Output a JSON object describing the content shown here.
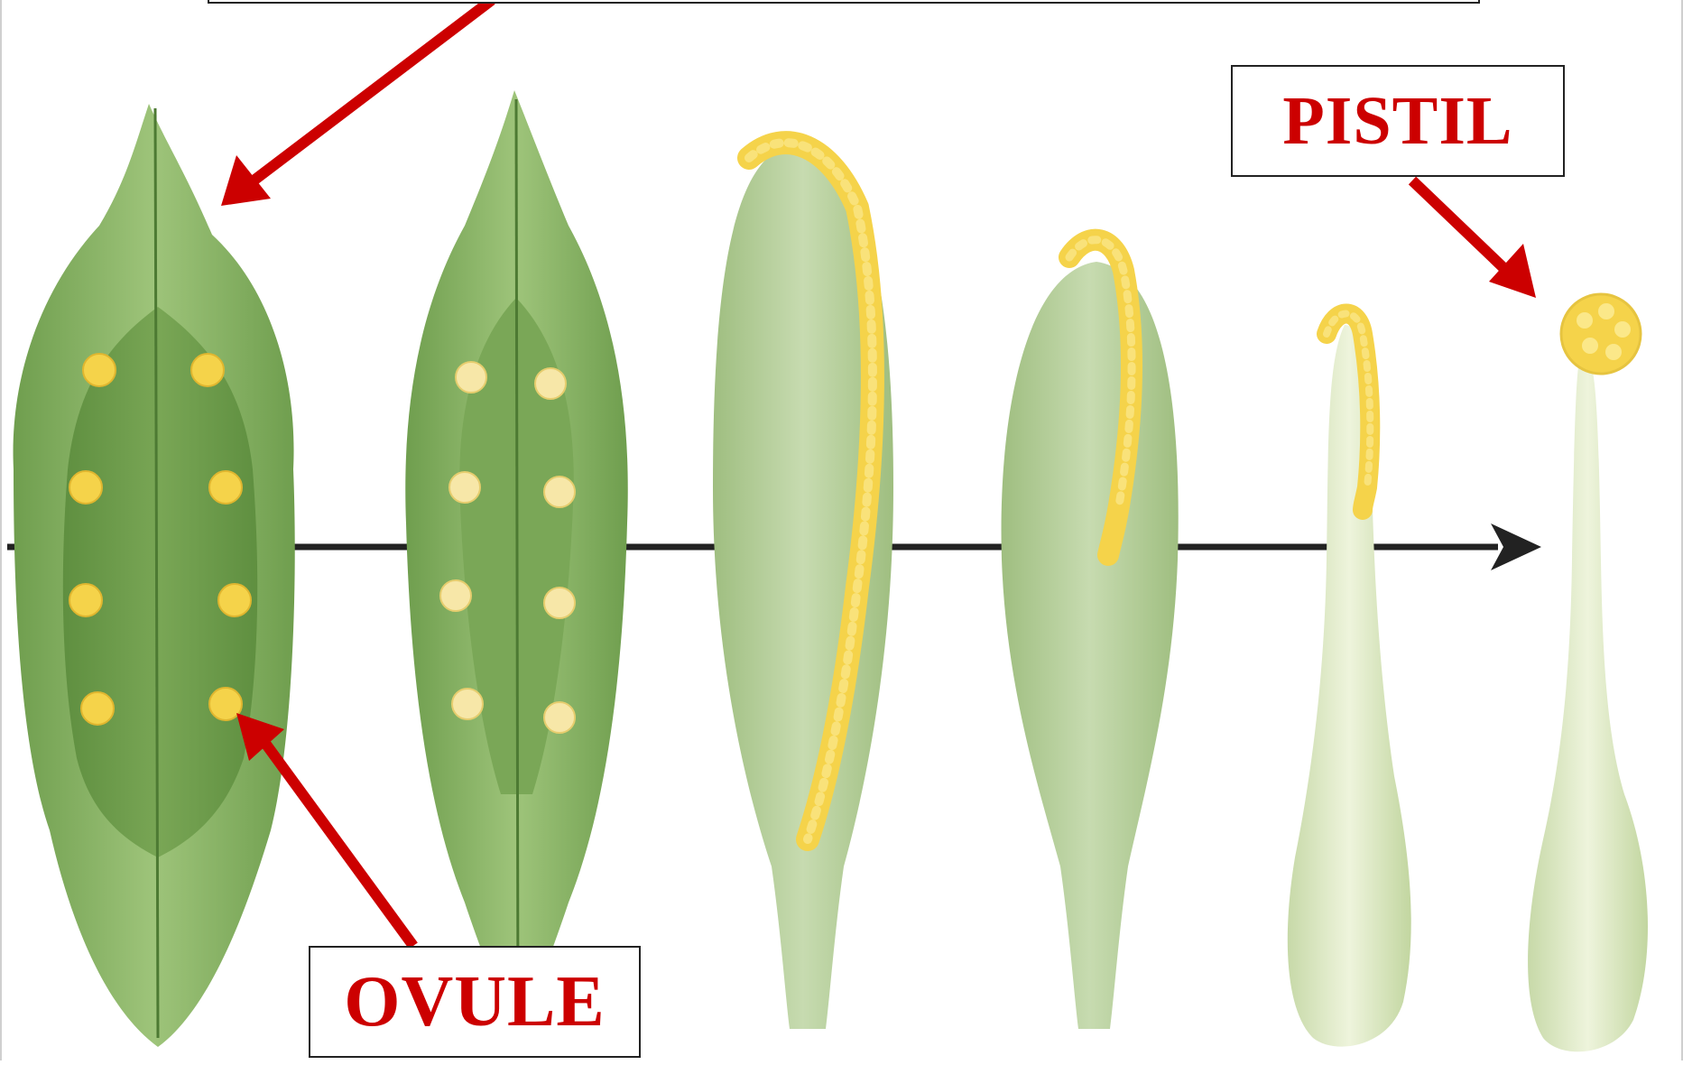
{
  "diagram": {
    "labels": {
      "pistil": "PISTIL",
      "ovule": "OVULE"
    },
    "colors": {
      "label_text": "#cc0000",
      "arrow": "#cc0000",
      "axis_arrow": "#222222",
      "leaf_dark": "#6f9e4e",
      "leaf_mid": "#8fb86a",
      "leaf_light": "#c6dcae",
      "pale": "#dbe8c4",
      "ovule_yellow": "#f5d34a"
    },
    "stages": [
      {
        "name": "open-carpel-leaf"
      },
      {
        "name": "folding-carpel"
      },
      {
        "name": "closed-carpel"
      },
      {
        "name": "carpel-with-stigmatic-crest"
      },
      {
        "name": "elongating-pistil"
      },
      {
        "name": "mature-pistil"
      }
    ]
  }
}
